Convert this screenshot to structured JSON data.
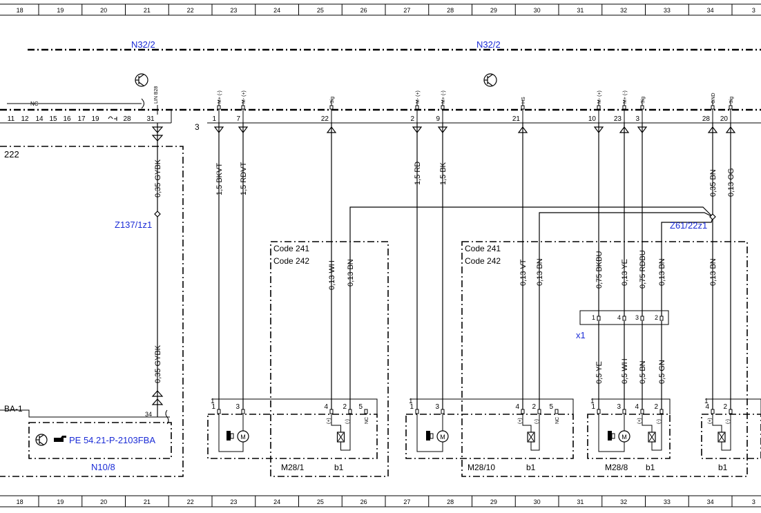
{
  "grid": [
    "18",
    "19",
    "20",
    "21",
    "22",
    "23",
    "24",
    "25",
    "26",
    "27",
    "28",
    "29",
    "30",
    "31",
    "32",
    "33",
    "34",
    "3"
  ],
  "refs": {
    "n32_left": "N32/2",
    "n32_right": "N32/2",
    "z137": "Z137/1z1",
    "z61": "Z61/22z1",
    "x1": "x1",
    "n10_8": "N10/8",
    "pe_ref": "PE 54.21-P-2103FBA",
    "ba1": "BA-1",
    "nc": "NC",
    "pin222": "222",
    "bus3": "3"
  },
  "codes": {
    "left_1": "Code 241",
    "left_2": "Code 242",
    "right_1": "Code 241",
    "right_2": "Code 242"
  },
  "left_pins": [
    "11",
    "12",
    "14",
    "15",
    "16",
    "17",
    "19",
    "28",
    "31"
  ],
  "pin_lin": "LIN B28",
  "connector_pins": [
    {
      "num": "1",
      "sig": "M+ (-)"
    },
    {
      "num": "7",
      "sig": "M- (+)"
    },
    {
      "num": "22",
      "sig": "Sig"
    },
    {
      "num": "2",
      "sig": "M- (+)"
    },
    {
      "num": "9",
      "sig": "M+ (-)"
    },
    {
      "num": "21",
      "sig": "HS"
    },
    {
      "num": "10",
      "sig": "M- (+)"
    },
    {
      "num": "23",
      "sig": "M+ (-)"
    },
    {
      "num": "3",
      "sig": "Sig"
    },
    {
      "num": "28",
      "sig": "GND"
    },
    {
      "num": "20",
      "sig": "Sig"
    }
  ],
  "wires": {
    "gybk_top": "0,35 GYBK",
    "gybk_bot": "0,35 GYBK",
    "bkvt": "1,5 BKVT",
    "rdvt": "1,5 RDVT",
    "rd": "1,5 RD",
    "bk": "1,5 BK",
    "bn_top": "0,35 BN",
    "og": "0,13 OG",
    "wh1": "0,13 WH",
    "bn1": "0,13 BN",
    "vt": "0,13 VT",
    "bn2": "0,13 BN",
    "bkbu": "0,75 BKBU",
    "ye": "0,13 YE",
    "rdbu": "0,75 RDBU",
    "bn3": "0,13 BN",
    "bn4": "0,13 BN",
    "ye5": "0,5 YE",
    "wh5": "0,5 WH",
    "bn5": "0,5 BN",
    "gn5": "0,5 GN"
  },
  "x1_pins": [
    "1",
    "4",
    "3",
    "2"
  ],
  "comp": {
    "m28_1": "M28/1",
    "m28_10": "M28/10",
    "m28_8": "M28/8",
    "b1": "b1",
    "one": "1",
    "pin34": "34",
    "p1": "1",
    "p2": "2",
    "p3": "3",
    "p4": "4",
    "p5": "5",
    "plus": "(+)",
    "minus": "(-)",
    "m": "M"
  }
}
